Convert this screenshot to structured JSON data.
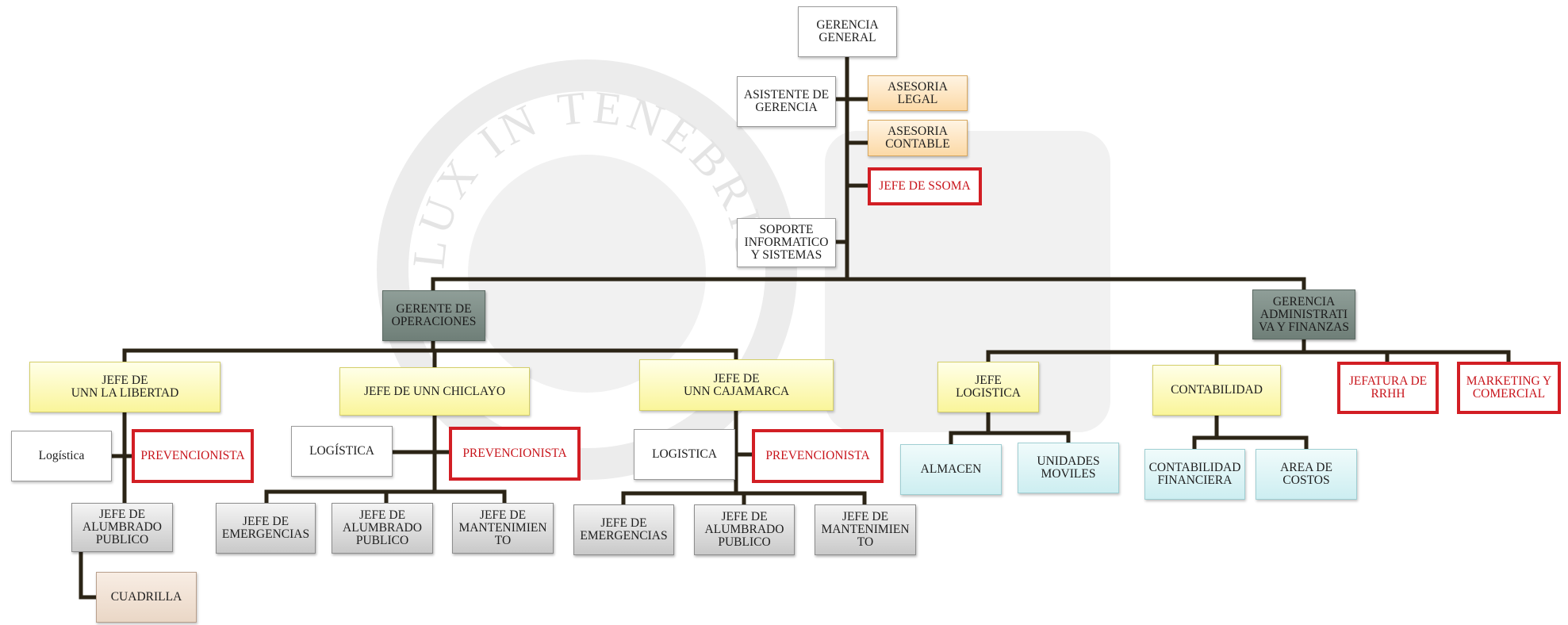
{
  "nodes": {
    "gerencia_general": "GERENCIA\nGENERAL",
    "asistente_gerencia": "ASISTENTE DE\nGERENCIA",
    "asesoria_legal": "ASESORIA\nLEGAL",
    "asesoria_contable": "ASESORIA\nCONTABLE",
    "jefe_ssoma": "JEFE DE SSOMA",
    "soporte_informatico": "SOPORTE\nINFORMATICO\nY SISTEMAS",
    "gerente_operaciones": "GERENTE DE\nOPERACIONES",
    "gerencia_admin": "GERENCIA\nADMINISTRATI\nVA Y FINANZAS",
    "jefe_libertad": "JEFE DE\nUNN LA LIBERTAD",
    "jefe_chiclayo": "JEFE DE UNN CHICLAYO",
    "jefe_cajamarca": "JEFE DE\nUNN CAJAMARCA",
    "logistica_lib": "Logística",
    "prev_lib": "PREVENCIONISTA",
    "logistica_chi": "LOGÍSTICA",
    "prev_chi": "PREVENCIONISTA",
    "logistica_caj": "LOGISTICA",
    "prev_caj": "PREVENCIONISTA",
    "alumbrado_lib": "JEFE DE\nALUMBRADO\nPUBLICO",
    "cuadrilla": "CUADRILLA",
    "emerg_chi": "JEFE DE\nEMERGENCIAS",
    "alumbrado_chi": "JEFE DE\nALUMBRADO\nPUBLICO",
    "mant_chi": "JEFE DE\nMANTENIMIEN\nTO",
    "emerg_caj": "JEFE DE\nEMERGENCIAS",
    "alumbrado_caj": "JEFE DE\nALUMBRADO\nPUBLICO",
    "mant_caj": "JEFE DE\nMANTENIMIEN\nTO",
    "jefe_logistica": "JEFE LOGISTICA",
    "contabilidad": "CONTABILIDAD",
    "jefatura_rrhh": "JEFATURA DE\nRRHH",
    "marketing": "MARKETING Y\nCOMERCIAL",
    "almacen": "ALMACEN",
    "unidades_moviles": "UNIDADES\nMOVILES",
    "contabilidad_financiera": "CONTABILIDAD\nFINANCIERA",
    "area_costos": "AREA DE\nCOSTOS"
  },
  "watermark": {
    "motto": "LUX IN TENEBRIS LUCET"
  },
  "colors": {
    "connector": "#2b2416",
    "red_border": "#d21e24",
    "green_header": "#7a8a83",
    "yellow": "#faf59a",
    "orange": "#fcd9a6",
    "cyan": "#cdeef1",
    "gray": "#c9c9c9"
  }
}
